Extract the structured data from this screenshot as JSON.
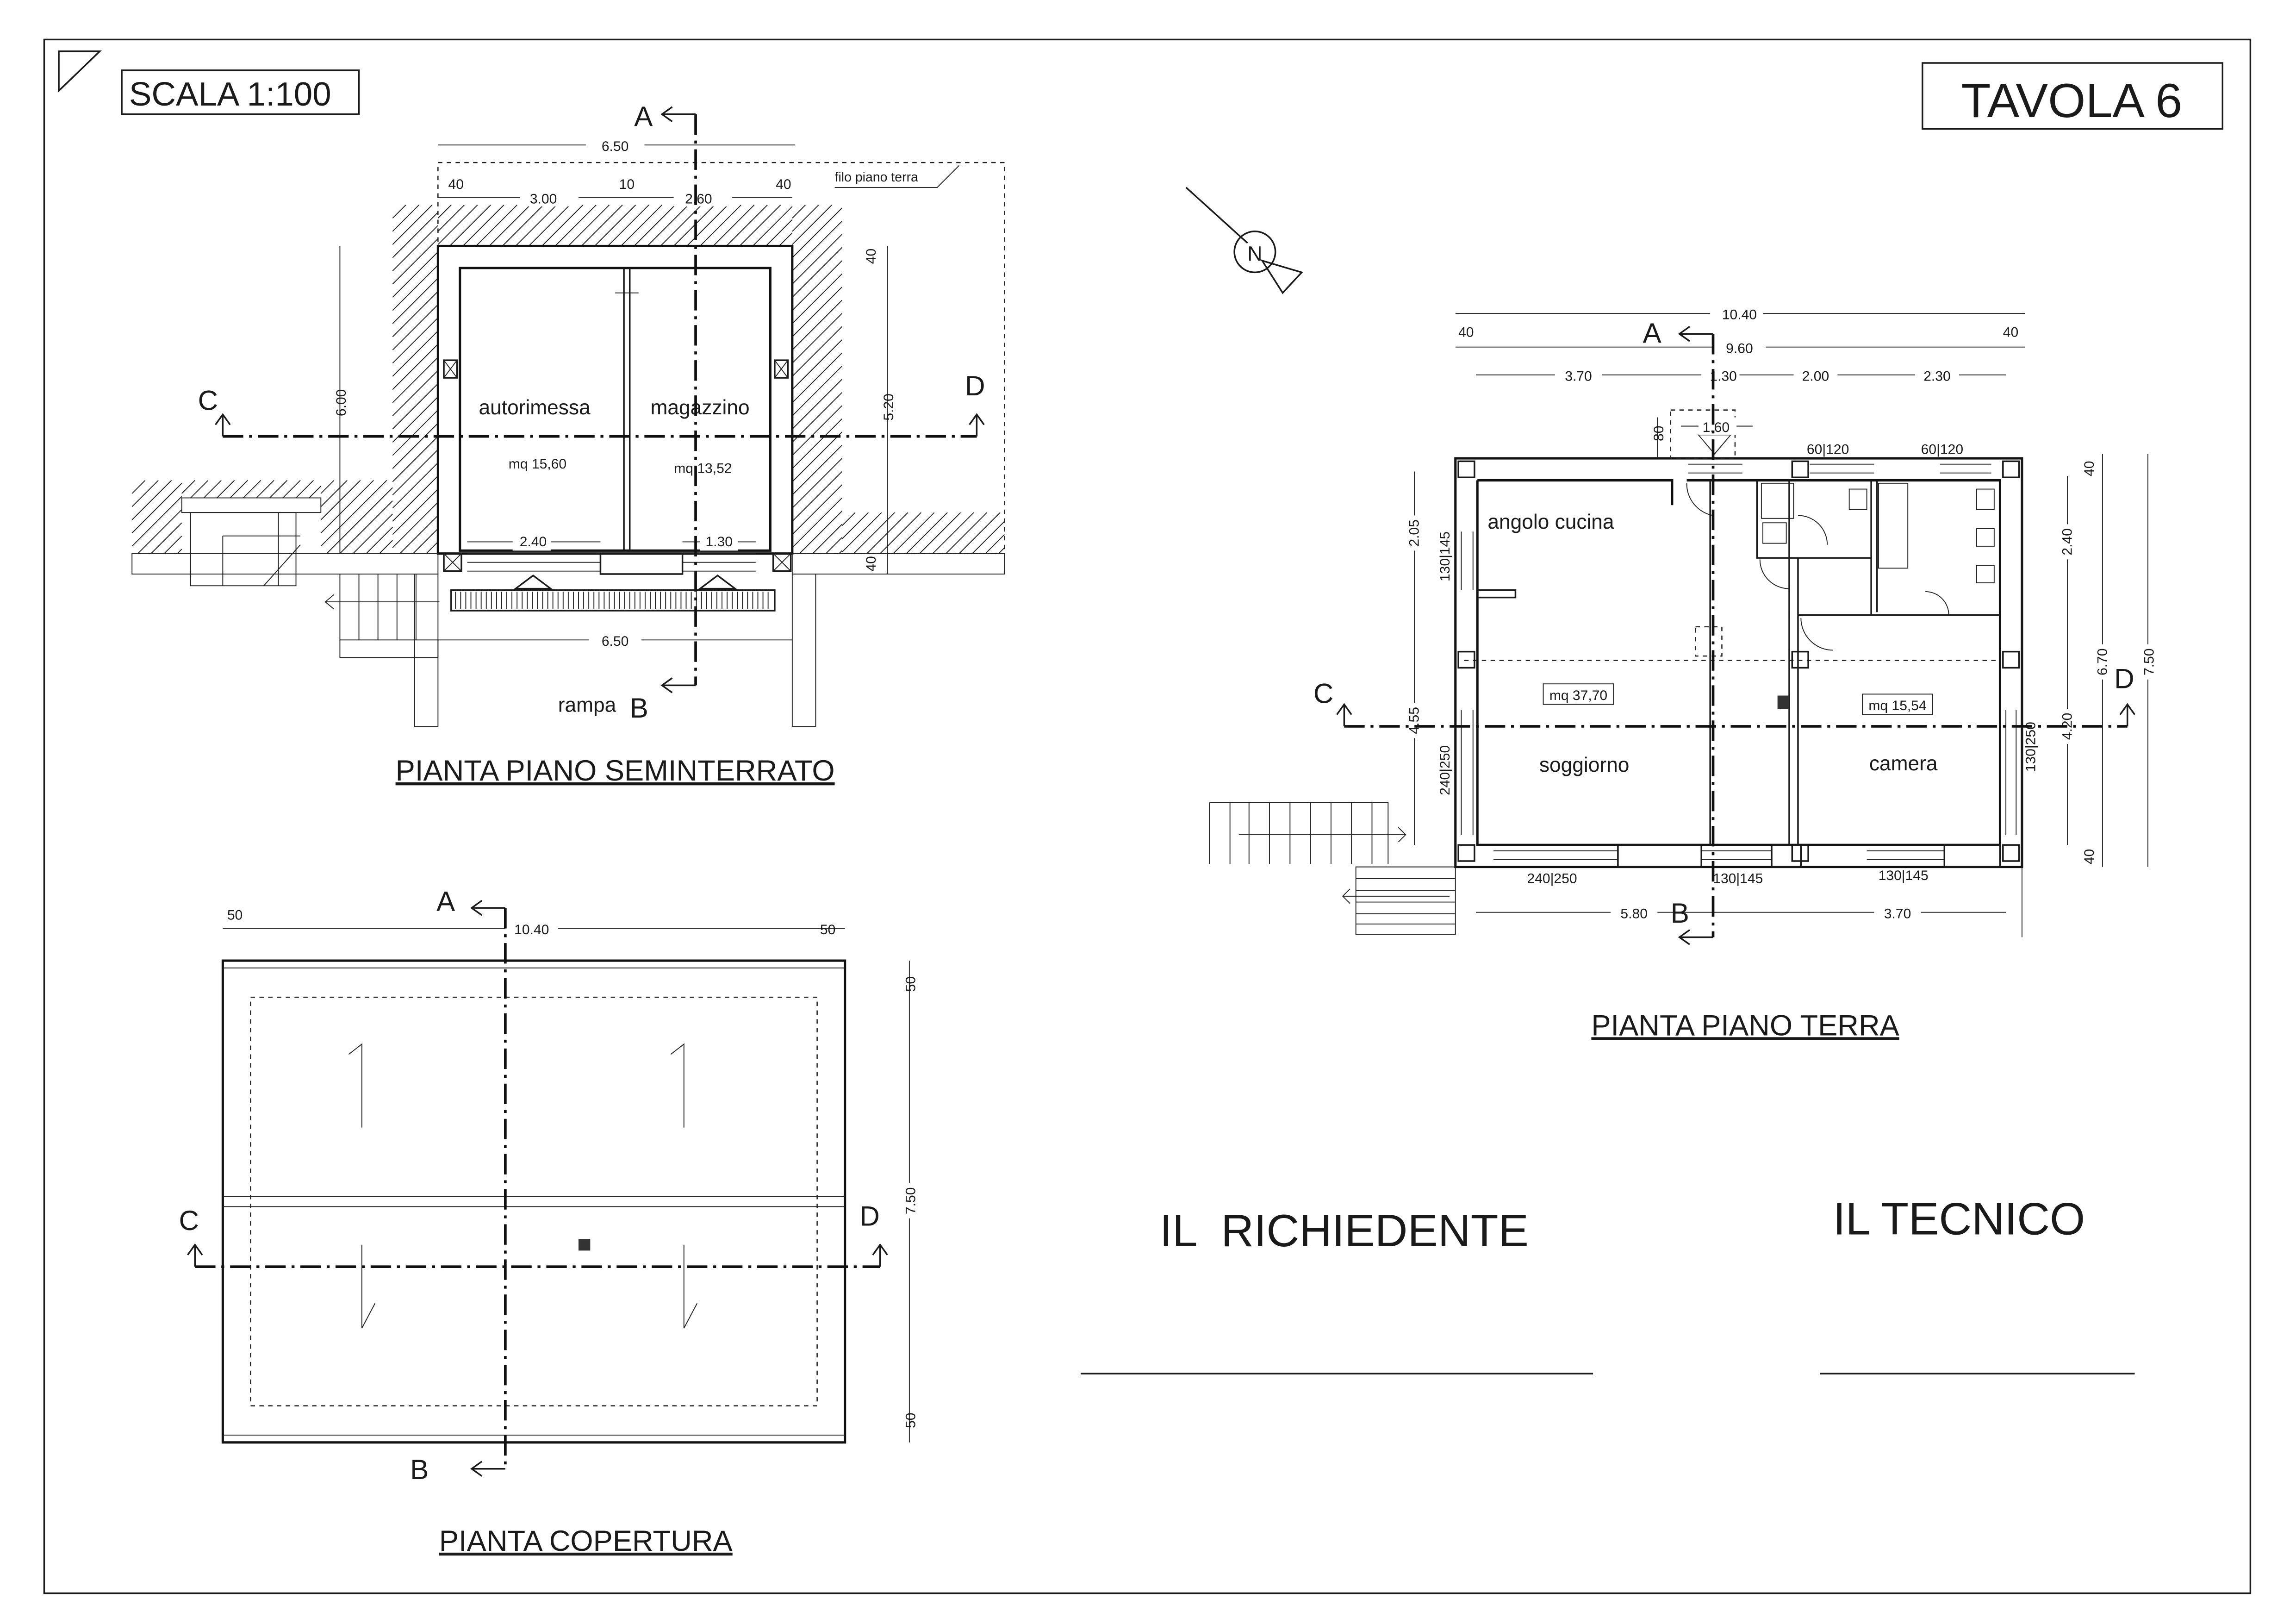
{
  "sheet": {
    "scale": "SCALA 1:100",
    "table": "TAVOLA 6"
  },
  "sections": {
    "a": "A",
    "b": "B",
    "c": "C",
    "d": "D"
  },
  "north": "N",
  "basement": {
    "title": "PIANTA PIANO SEMINTERRATO",
    "ground_line": "filo piano terra",
    "ramp": "rampa",
    "rooms": [
      {
        "name": "autorimessa",
        "area": "mq 15,60"
      },
      {
        "name": "magazzino",
        "area": "mq 13,52"
      }
    ],
    "dims": [
      "6.50",
      "40",
      "3.00",
      "10",
      "2.60",
      "40",
      "6.00",
      "40",
      "5.20",
      "40",
      "2.40",
      "1.30",
      "6.50"
    ]
  },
  "ground": {
    "title": "PIANTA PIANO TERRA",
    "rooms": [
      {
        "name": "angolo cucina"
      },
      {
        "name": "soggiorno",
        "area": "mq 37,70"
      },
      {
        "name": "camera",
        "area": "mq 15,54"
      }
    ],
    "dims": [
      "10.40",
      "40",
      "9.60",
      "40",
      "3.70",
      "1.30",
      "2.00",
      "2.30",
      "80",
      "1.60",
      "60|120",
      "60|120",
      "2.05",
      "130|145",
      "4.55",
      "240|250",
      "40",
      "2.40",
      "6.70",
      "4.20",
      "40",
      "7.50",
      "130|250",
      "240|250",
      "130|145",
      "130|145",
      "5.80",
      "3.70"
    ]
  },
  "roof": {
    "title": "PIANTA COPERTURA",
    "dims": [
      "50",
      "10.40",
      "50",
      "50",
      "7.50",
      "50"
    ]
  },
  "signatures": {
    "applicant": "IL  RICHIEDENTE",
    "technician": "IL TECNICO"
  }
}
